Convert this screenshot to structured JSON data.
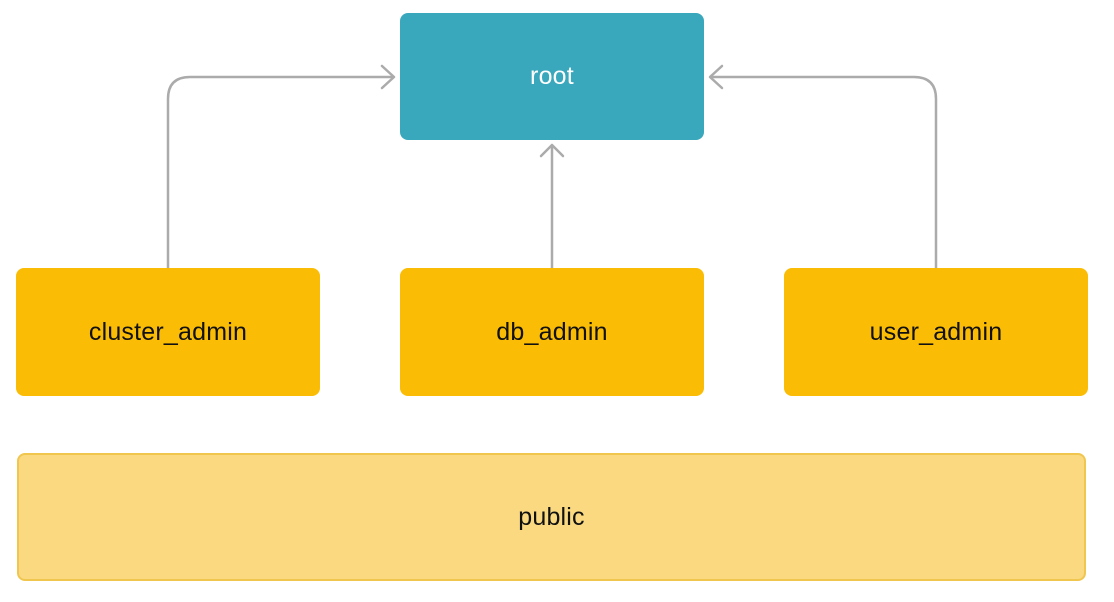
{
  "diagram": {
    "type": "role-hierarchy",
    "background": "#FFFFFF",
    "connector_color": "#ABABAB",
    "nodes": {
      "root": {
        "label": "root",
        "fill": "#39A7BC",
        "text_color": "#FFFFFF"
      },
      "cluster_admin": {
        "label": "cluster_admin",
        "fill": "#FBBC05",
        "text_color": "#111111"
      },
      "db_admin": {
        "label": "db_admin",
        "fill": "#FBBC05",
        "text_color": "#111111"
      },
      "user_admin": {
        "label": "user_admin",
        "fill": "#FBBC05",
        "text_color": "#111111"
      },
      "public": {
        "label": "public",
        "fill": "#FAD981",
        "border_color": "#F1C64F",
        "text_color": "#111111"
      }
    },
    "edges": [
      {
        "from": "cluster_admin",
        "to": "root",
        "arrow": "open-chevron"
      },
      {
        "from": "db_admin",
        "to": "root",
        "arrow": "open-chevron"
      },
      {
        "from": "user_admin",
        "to": "root",
        "arrow": "open-chevron"
      }
    ]
  }
}
